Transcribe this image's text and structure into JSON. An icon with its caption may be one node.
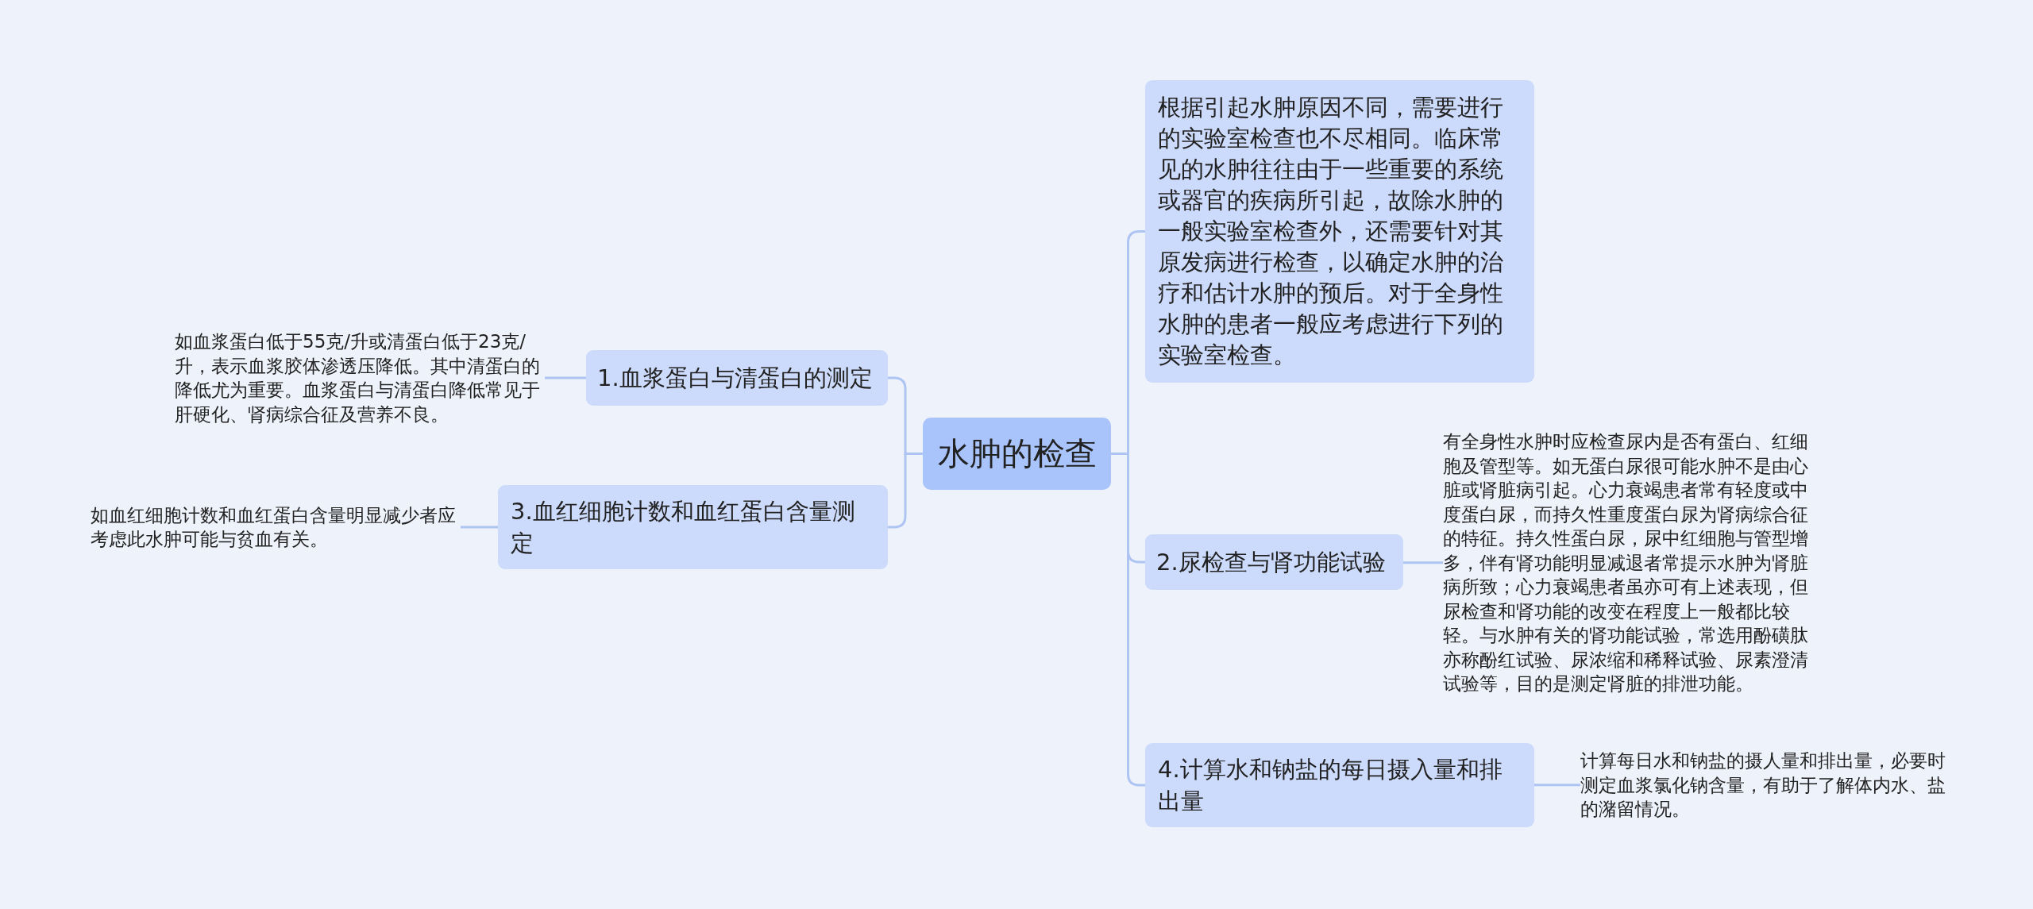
{
  "diagram": {
    "nodes": [
      {
        "text": [
          "水肿的检查"
        ]
      },
      {
        "text": [
          "1.血浆蛋白与清蛋白的测定"
        ]
      },
      {
        "text": [
          "如血浆蛋白低于55克/升或清蛋白低于23克/升，表示血浆胶体渗透压降低。其中清蛋白的降低尤为重要。血浆蛋白与清蛋白降低常见于肝硬化、肾病综合征及营养不良。"
        ]
      },
      {
        "text": [
          "3.血红细胞计数和血红蛋白含量测定"
        ]
      },
      {
        "text": [
          "如血红细胞计数和血红蛋白含量明显减少者应考虑此水肿可能与贫血有关。"
        ]
      },
      {
        "text": [
          "根据引起水肿原因不同，需要进行的实验室检查也不尽相同。临床常见的水肿往往由于一些重要的系统或器官的疾病所引起，故除水肿的一般实验室检查外，还需要针对其原发病进行检查，以确定水肿的治疗和估计水肿的预后。对于全身性水肿的患者一般应考虑进行下列的实验室检查。"
        ]
      },
      {
        "text": [
          "2.尿检查与肾功能试验"
        ]
      },
      {
        "text": [
          "有全身性水肿时应检查尿内是否有蛋白、红细胞及管型等。如无蛋白尿很可能水肿不是由心脏或肾脏病引起。心力衰竭患者常有轻度或中度蛋白尿，而持久性重度蛋白尿为肾病综合征的特征。持久性蛋白尿，尿中红细胞与管型增多，伴有肾功能明显减退者常提示水肿为肾脏病所致；心力衰竭患者虽亦可有上述表现，但尿检查和肾功能的改变在程度上一般都比较轻。与水肿有关的肾功能试验，常选用酚磺肽亦称酚红试验、尿浓缩和稀释试验、尿素澄清试验等，目的是测定肾脏的排泄功能。"
        ]
      },
      {
        "text": [
          "4.计算水和钠盐的每日摄入量和排出量"
        ]
      },
      {
        "text": [
          "计算每日水和钠盐的摄人量和排出量，必要时测定血浆氯化钠含量，有助于了解体内水、盐的潴留情况。"
        ]
      }
    ],
    "edges": [
      {
        "from": 0,
        "to": 1,
        "arrow": "none"
      },
      {
        "from": 1,
        "to": 2,
        "arrow": "none"
      },
      {
        "from": 0,
        "to": 3,
        "arrow": "none"
      },
      {
        "from": 3,
        "to": 4,
        "arrow": "none"
      },
      {
        "from": 0,
        "to": 5,
        "arrow": "none"
      },
      {
        "from": 0,
        "to": 6,
        "arrow": "none"
      },
      {
        "from": 6,
        "to": 7,
        "arrow": "none"
      },
      {
        "from": 0,
        "to": 8,
        "arrow": "none"
      },
      {
        "from": 8,
        "to": 9,
        "arrow": "none"
      }
    ]
  }
}
